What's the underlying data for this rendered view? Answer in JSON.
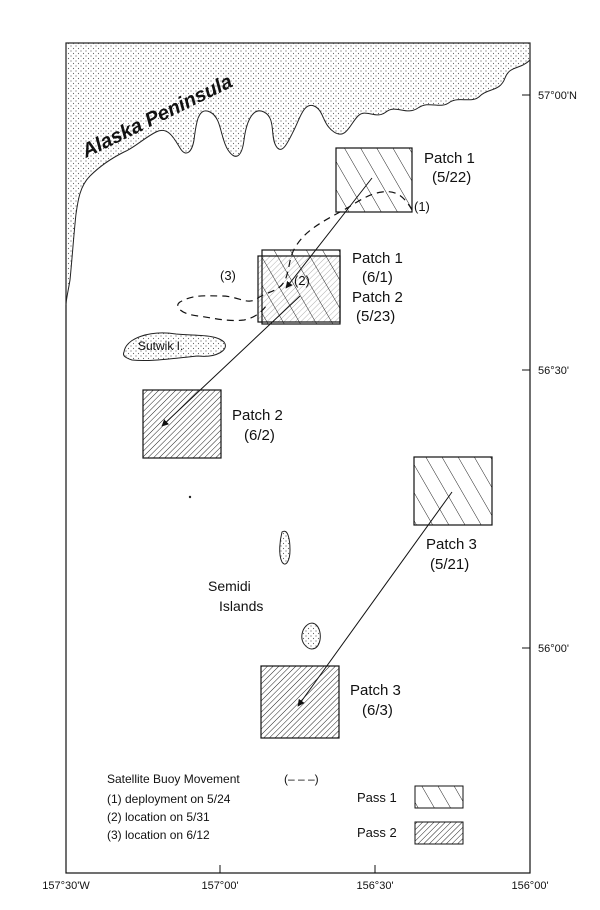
{
  "map": {
    "region_label": "Alaska Peninsula",
    "latitude_ticks": [
      "57°00'N",
      "56°30'",
      "56°00'"
    ],
    "longitude_ticks": [
      "157°30'W",
      "157°00'",
      "156°30'",
      "156°00'"
    ]
  },
  "places": {
    "sutwik": "Sutwik I.",
    "semidi_line1": "Semidi",
    "semidi_line2": "Islands"
  },
  "patches": [
    {
      "name": "Patch 1",
      "date": "(5/22)"
    },
    {
      "name": "Patch 1",
      "date": "(6/1)"
    },
    {
      "name": "Patch 2",
      "date": "(5/23)"
    },
    {
      "name": "Patch 2",
      "date": "(6/2)"
    },
    {
      "name": "Patch 3",
      "date": "(5/21)"
    },
    {
      "name": "Patch 3",
      "date": "(6/3)"
    }
  ],
  "buoy_markers": [
    "(1)",
    "(2)",
    "(3)"
  ],
  "legend": {
    "buoy_title": "Satellite Buoy Movement",
    "buoy_symbol": "(– – –)",
    "items": [
      "(1) deployment on 5/24",
      "(2) location on 5/31",
      "(3) location on 6/12"
    ],
    "pass1": "Pass 1",
    "pass2": "Pass 2"
  }
}
